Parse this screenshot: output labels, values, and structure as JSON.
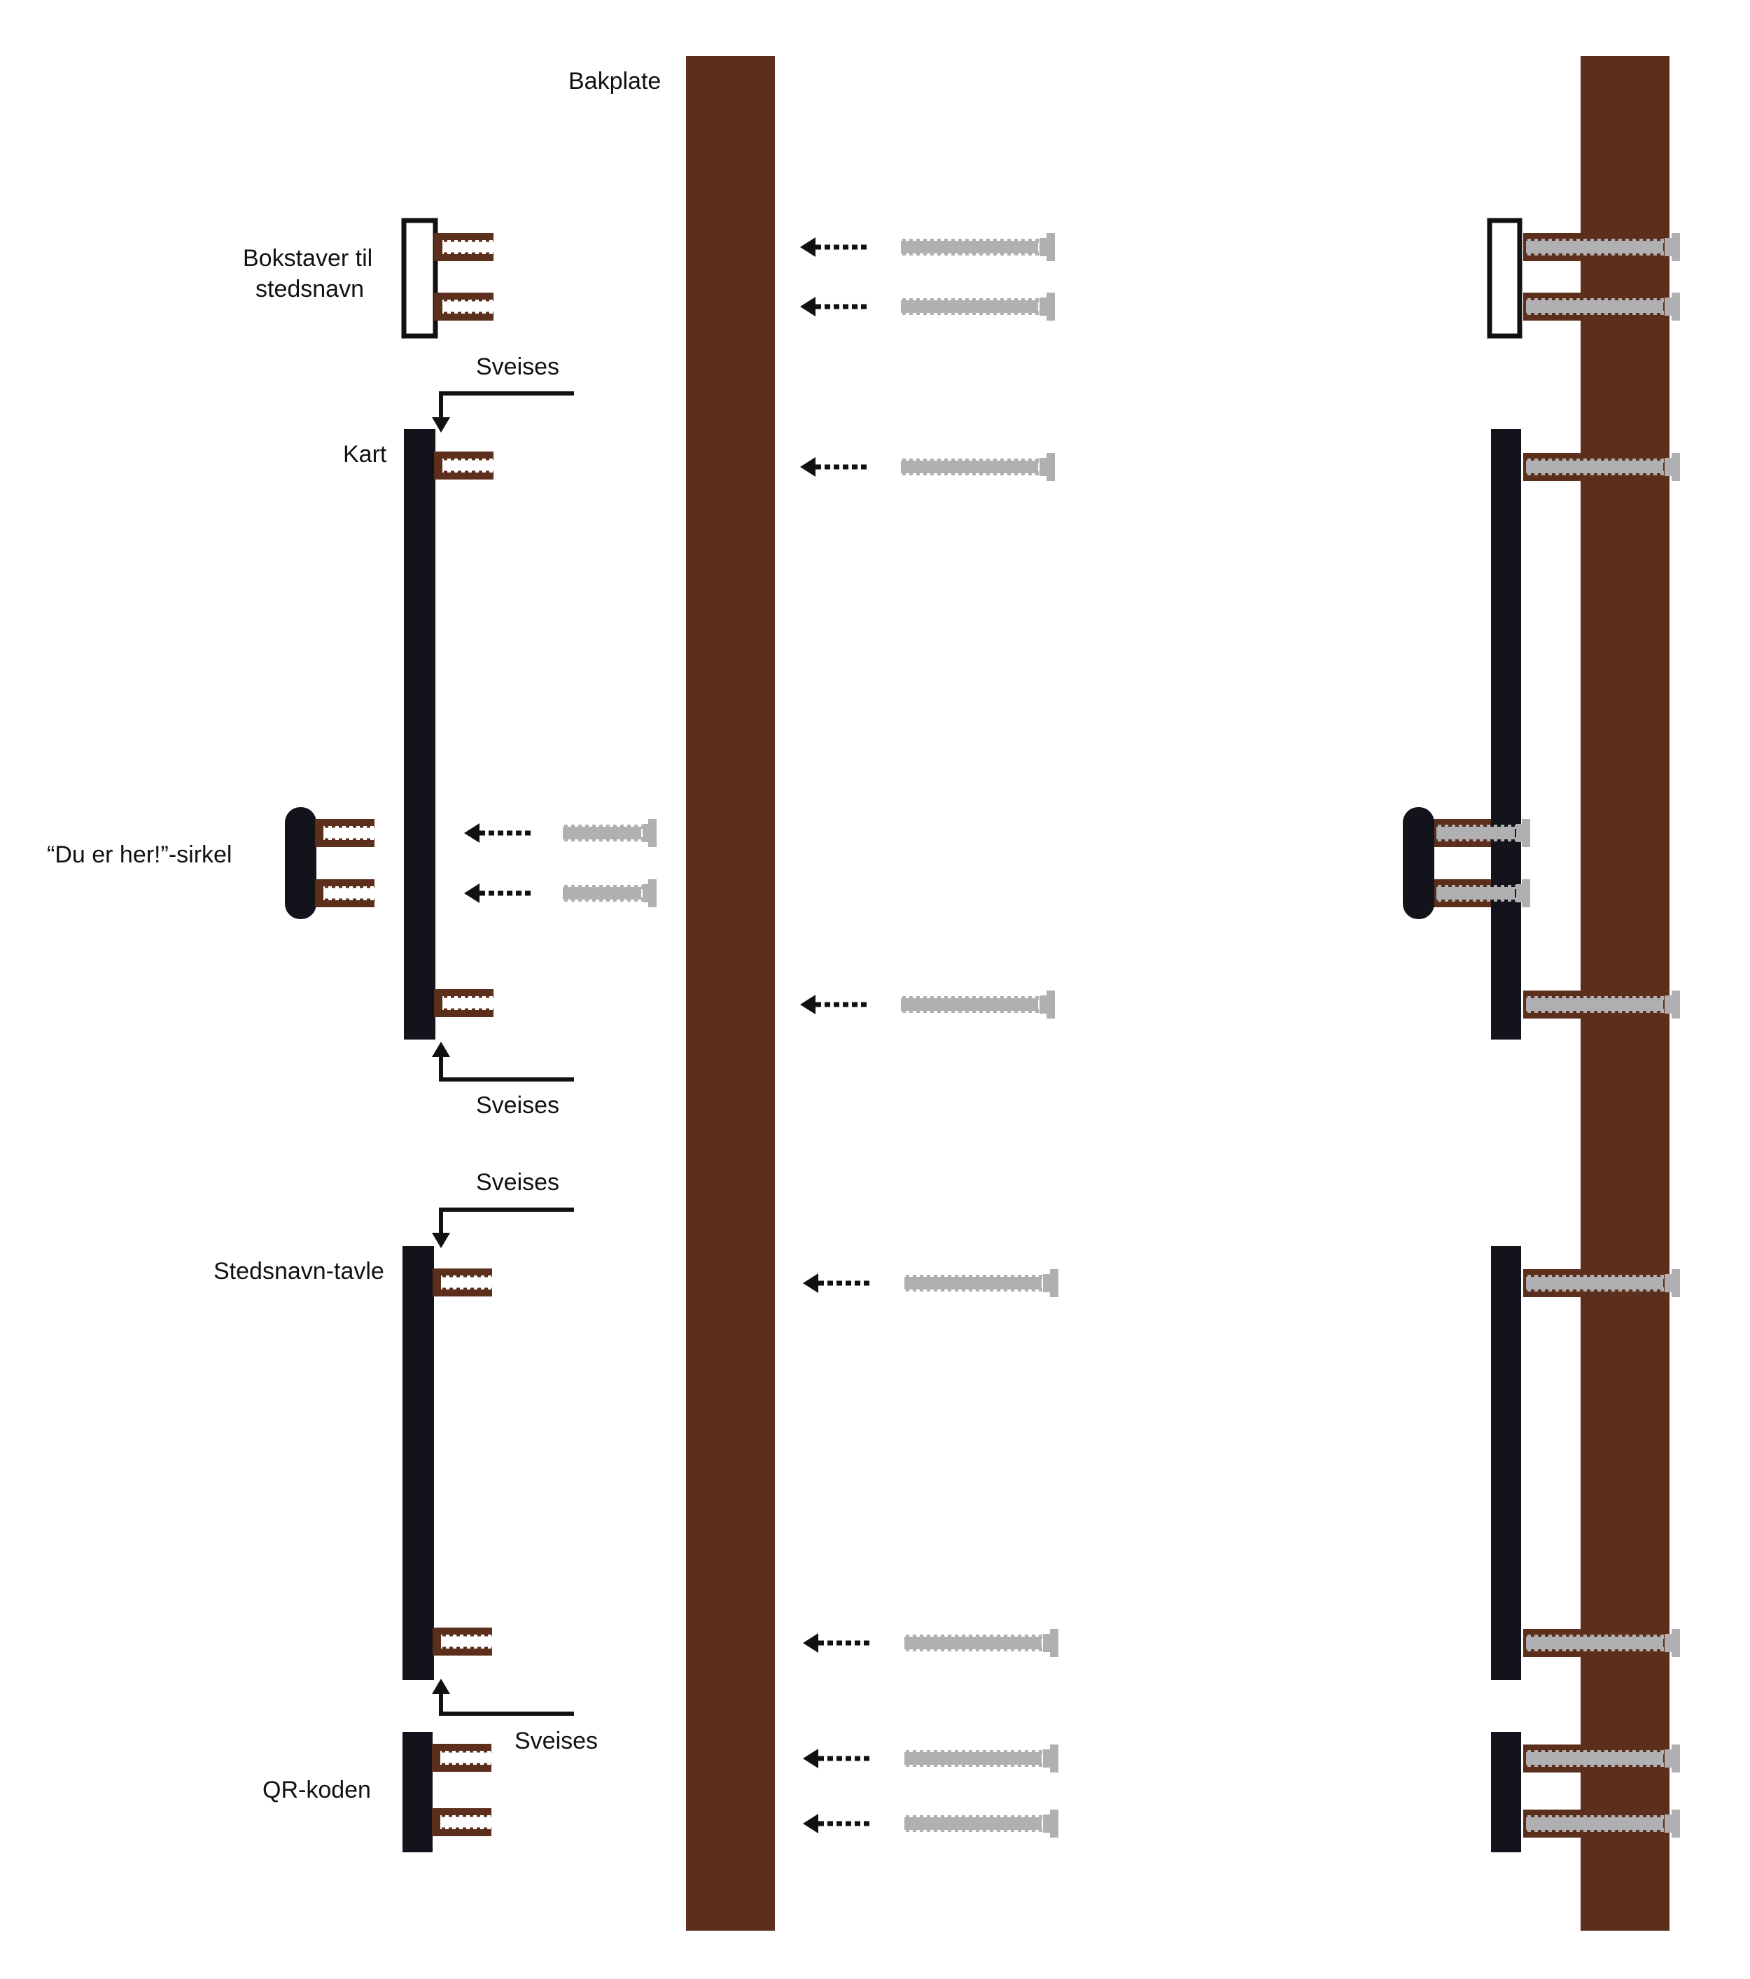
{
  "labels": {
    "bakplate": "Bakplate",
    "bokstaver_line1": "Bokstaver til",
    "bokstaver_line2": "stedsnavn",
    "kart": "Kart",
    "du_er_her": "“Du er her!”-sirkel",
    "stedsnavn_tavle": "Stedsnavn-tavle",
    "qr_koden": "QR-koden",
    "sveises": "Sveises"
  },
  "colors": {
    "backplate": "#5c2e1c",
    "panel": "#13131b",
    "bolt": "#b0b0b2",
    "bracket": "#5c2e1c",
    "arrow": "#111111",
    "outline": "#111111"
  },
  "icons": {
    "screw": "screw-icon",
    "arrow": "dotted-arrow-left-icon",
    "weld_arrow": "elbow-arrow-icon"
  }
}
